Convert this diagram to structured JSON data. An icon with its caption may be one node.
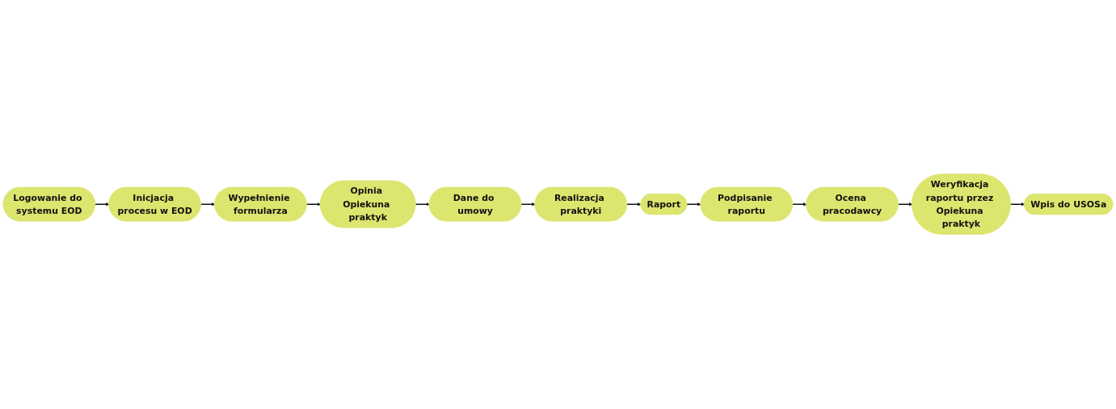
{
  "diagram": {
    "nodes": [
      {
        "text": [
          "Logowanie do systemu EOD"
        ]
      },
      {
        "text": [
          "Inicjacja procesu w EOD"
        ]
      },
      {
        "text": [
          "Wypełnienie formularza"
        ]
      },
      {
        "text": [
          "Opinia Opiekuna praktyk"
        ]
      },
      {
        "text": [
          "Dane do umowy"
        ]
      },
      {
        "text": [
          "Realizacja praktyki"
        ]
      },
      {
        "text": [
          "Raport"
        ]
      },
      {
        "text": [
          "Podpisanie raportu"
        ]
      },
      {
        "text": [
          "Ocena pracodawcy"
        ]
      },
      {
        "text": [
          "Weryfikacja raportu przez Opiekuna praktyk"
        ]
      },
      {
        "text": [
          "Wpis do USOSa"
        ]
      }
    ],
    "edges": [
      {
        "from": 0,
        "to": 1,
        "arrow": "to"
      },
      {
        "from": 1,
        "to": 2,
        "arrow": "to"
      },
      {
        "from": 2,
        "to": 3,
        "arrow": "to"
      },
      {
        "from": 3,
        "to": 4,
        "arrow": "to"
      },
      {
        "from": 4,
        "to": 5,
        "arrow": "to"
      },
      {
        "from": 5,
        "to": 6,
        "arrow": "to"
      },
      {
        "from": 6,
        "to": 7,
        "arrow": "to"
      },
      {
        "from": 7,
        "to": 8,
        "arrow": "to"
      },
      {
        "from": 8,
        "to": 9,
        "arrow": "to"
      },
      {
        "from": 9,
        "to": 10,
        "arrow": "to"
      }
    ]
  }
}
